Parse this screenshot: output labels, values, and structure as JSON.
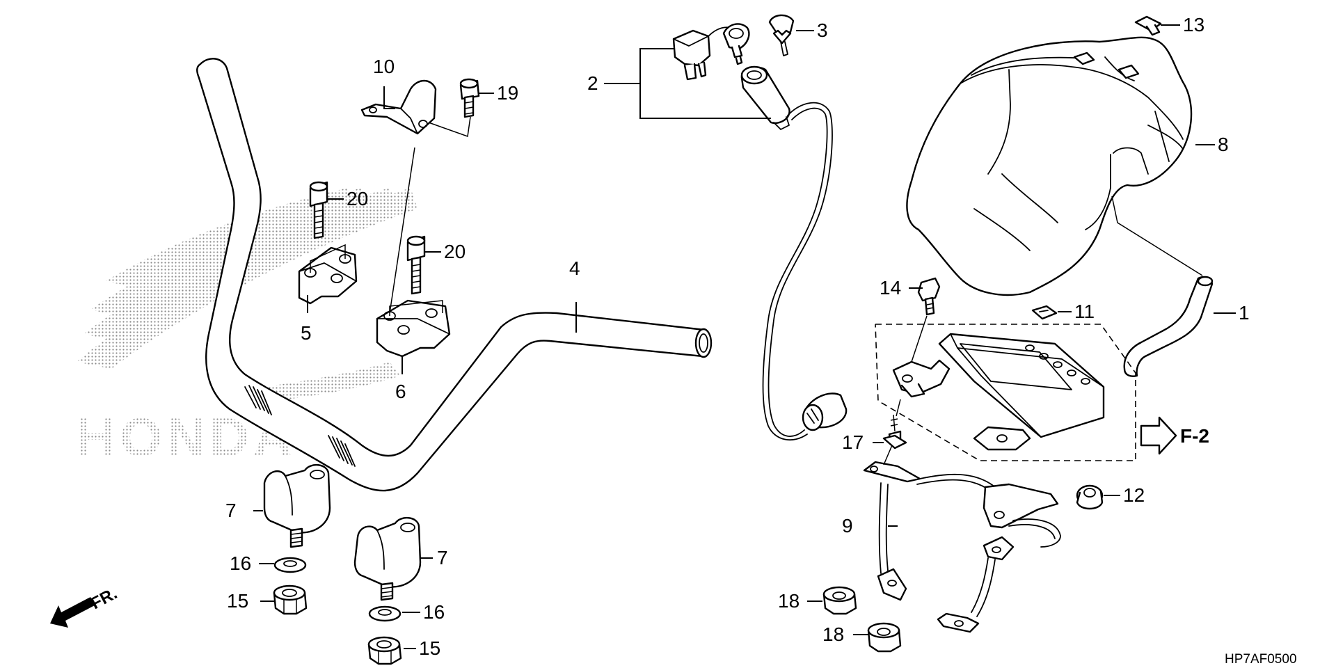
{
  "diagram": {
    "title": "",
    "drawing_code": "HP7AF0500",
    "front_indicator": "FR.",
    "reference": "F-2",
    "watermark_brand": "HONDA",
    "callouts": {
      "c1": "1",
      "c2": "2",
      "c3": "3",
      "c4": "4",
      "c5": "5",
      "c6": "6",
      "c7a": "7",
      "c7b": "7",
      "c8": "8",
      "c9": "9",
      "c10": "10",
      "c11": "11",
      "c12": "12",
      "c13": "13",
      "c14": "14",
      "c15a": "15",
      "c15b": "15",
      "c16a": "16",
      "c16b": "16",
      "c17": "17",
      "c18a": "18",
      "c18b": "18",
      "c19": "19",
      "c20a": "20",
      "c20b": "20"
    }
  }
}
